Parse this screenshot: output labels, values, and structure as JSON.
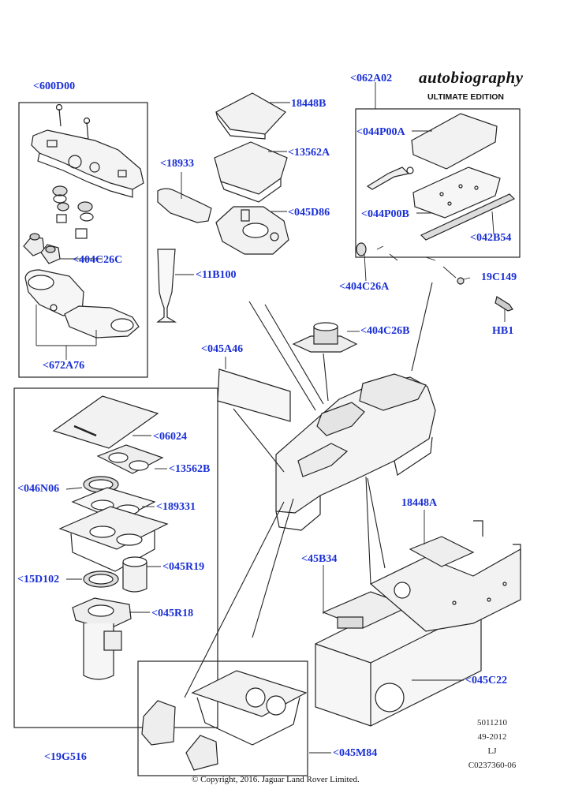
{
  "brand": {
    "name": "autobiography",
    "edition": "ULTIMATE EDITION"
  },
  "labels": {
    "l600D00": "<600D00",
    "l404C26C": "<404C26C",
    "l672A76": "<672A76",
    "l18448B": "18448B",
    "l13562A": "<13562A",
    "l18933": "<18933",
    "l045D86": "<045D86",
    "l11B100": "<11B100",
    "l062A02": "<062A02",
    "l044P00A": "<044P00A",
    "l044P00B": "<044P00B",
    "l042B54": "<042B54",
    "l404C26A": "<404C26A",
    "l19C149": "19C149",
    "lHB1": "HB1",
    "l404C26B": "<404C26B",
    "l045A46": "<045A46",
    "l06024": "<06024",
    "l13562B": "<13562B",
    "l046N06": "<046N06",
    "l189331": "<189331",
    "l045R19": "<045R19",
    "l15D102": "<15D102",
    "l045R18": "<045R18",
    "l19G516": "<19G516",
    "l18448A": "18448A",
    "l45B34": "<45B34",
    "l045C22": "<045C22",
    "l045M84": "<045M84"
  },
  "meta": {
    "line1": "5011210",
    "line2": "49-2012",
    "line3": "LJ",
    "line4": "C0237360-06"
  },
  "copyright": "© Copyright, 2016. Jaguar Land Rover Limited."
}
